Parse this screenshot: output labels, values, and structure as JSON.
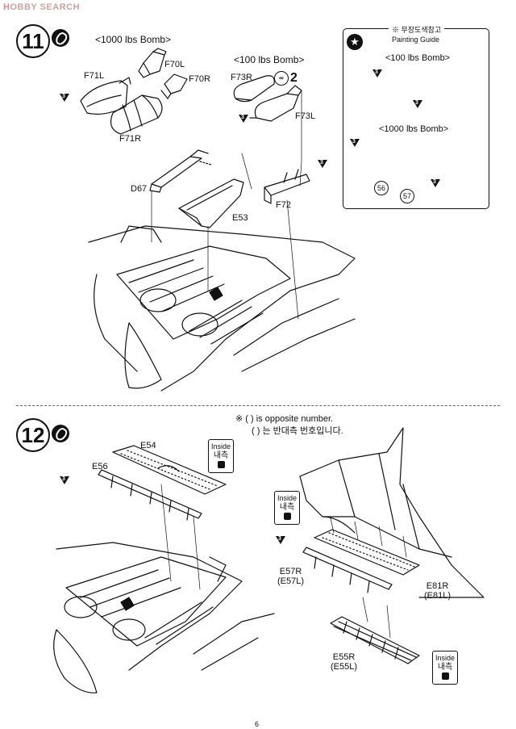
{
  "watermark": {
    "brand_a": "H",
    "brand_b": "OBBY SEARCH"
  },
  "step11": {
    "number": "11",
    "title_1000": "<1000 lbs Bomb>",
    "title_100": "<100 lbs Bomb>",
    "labels": {
      "f71l": "F71L",
      "f70l": "F70L",
      "f70r": "F70R",
      "f71r": "F71R",
      "f73r": "F73R",
      "f73l": "F73L",
      "d67": "D67",
      "e53": "E53",
      "f72": "F72"
    },
    "qty": "2"
  },
  "painting_guide": {
    "title_ko": "※ 무장도색참고",
    "title_en": "Painting Guide",
    "bomb100": "<100 lbs Bomb>",
    "bomb1000": "<1000 lbs Bomb>",
    "color_56": "56",
    "color_57": "57"
  },
  "step12": {
    "number": "12",
    "note_en": "※ ( ) is opposite number.",
    "note_ko": "( ) 는 반대측 번호입니다.",
    "labels": {
      "e54": "E54",
      "e56": "E56",
      "e57r": "E57R",
      "e57l": "(E57L)",
      "e81r": "E81R",
      "e81l": "(E81L)",
      "e55r": "E55R",
      "e55l": "(E55L)"
    },
    "inside_en": "Inside",
    "inside_ko": "내측"
  },
  "color_marker": "3",
  "page_number": "6"
}
